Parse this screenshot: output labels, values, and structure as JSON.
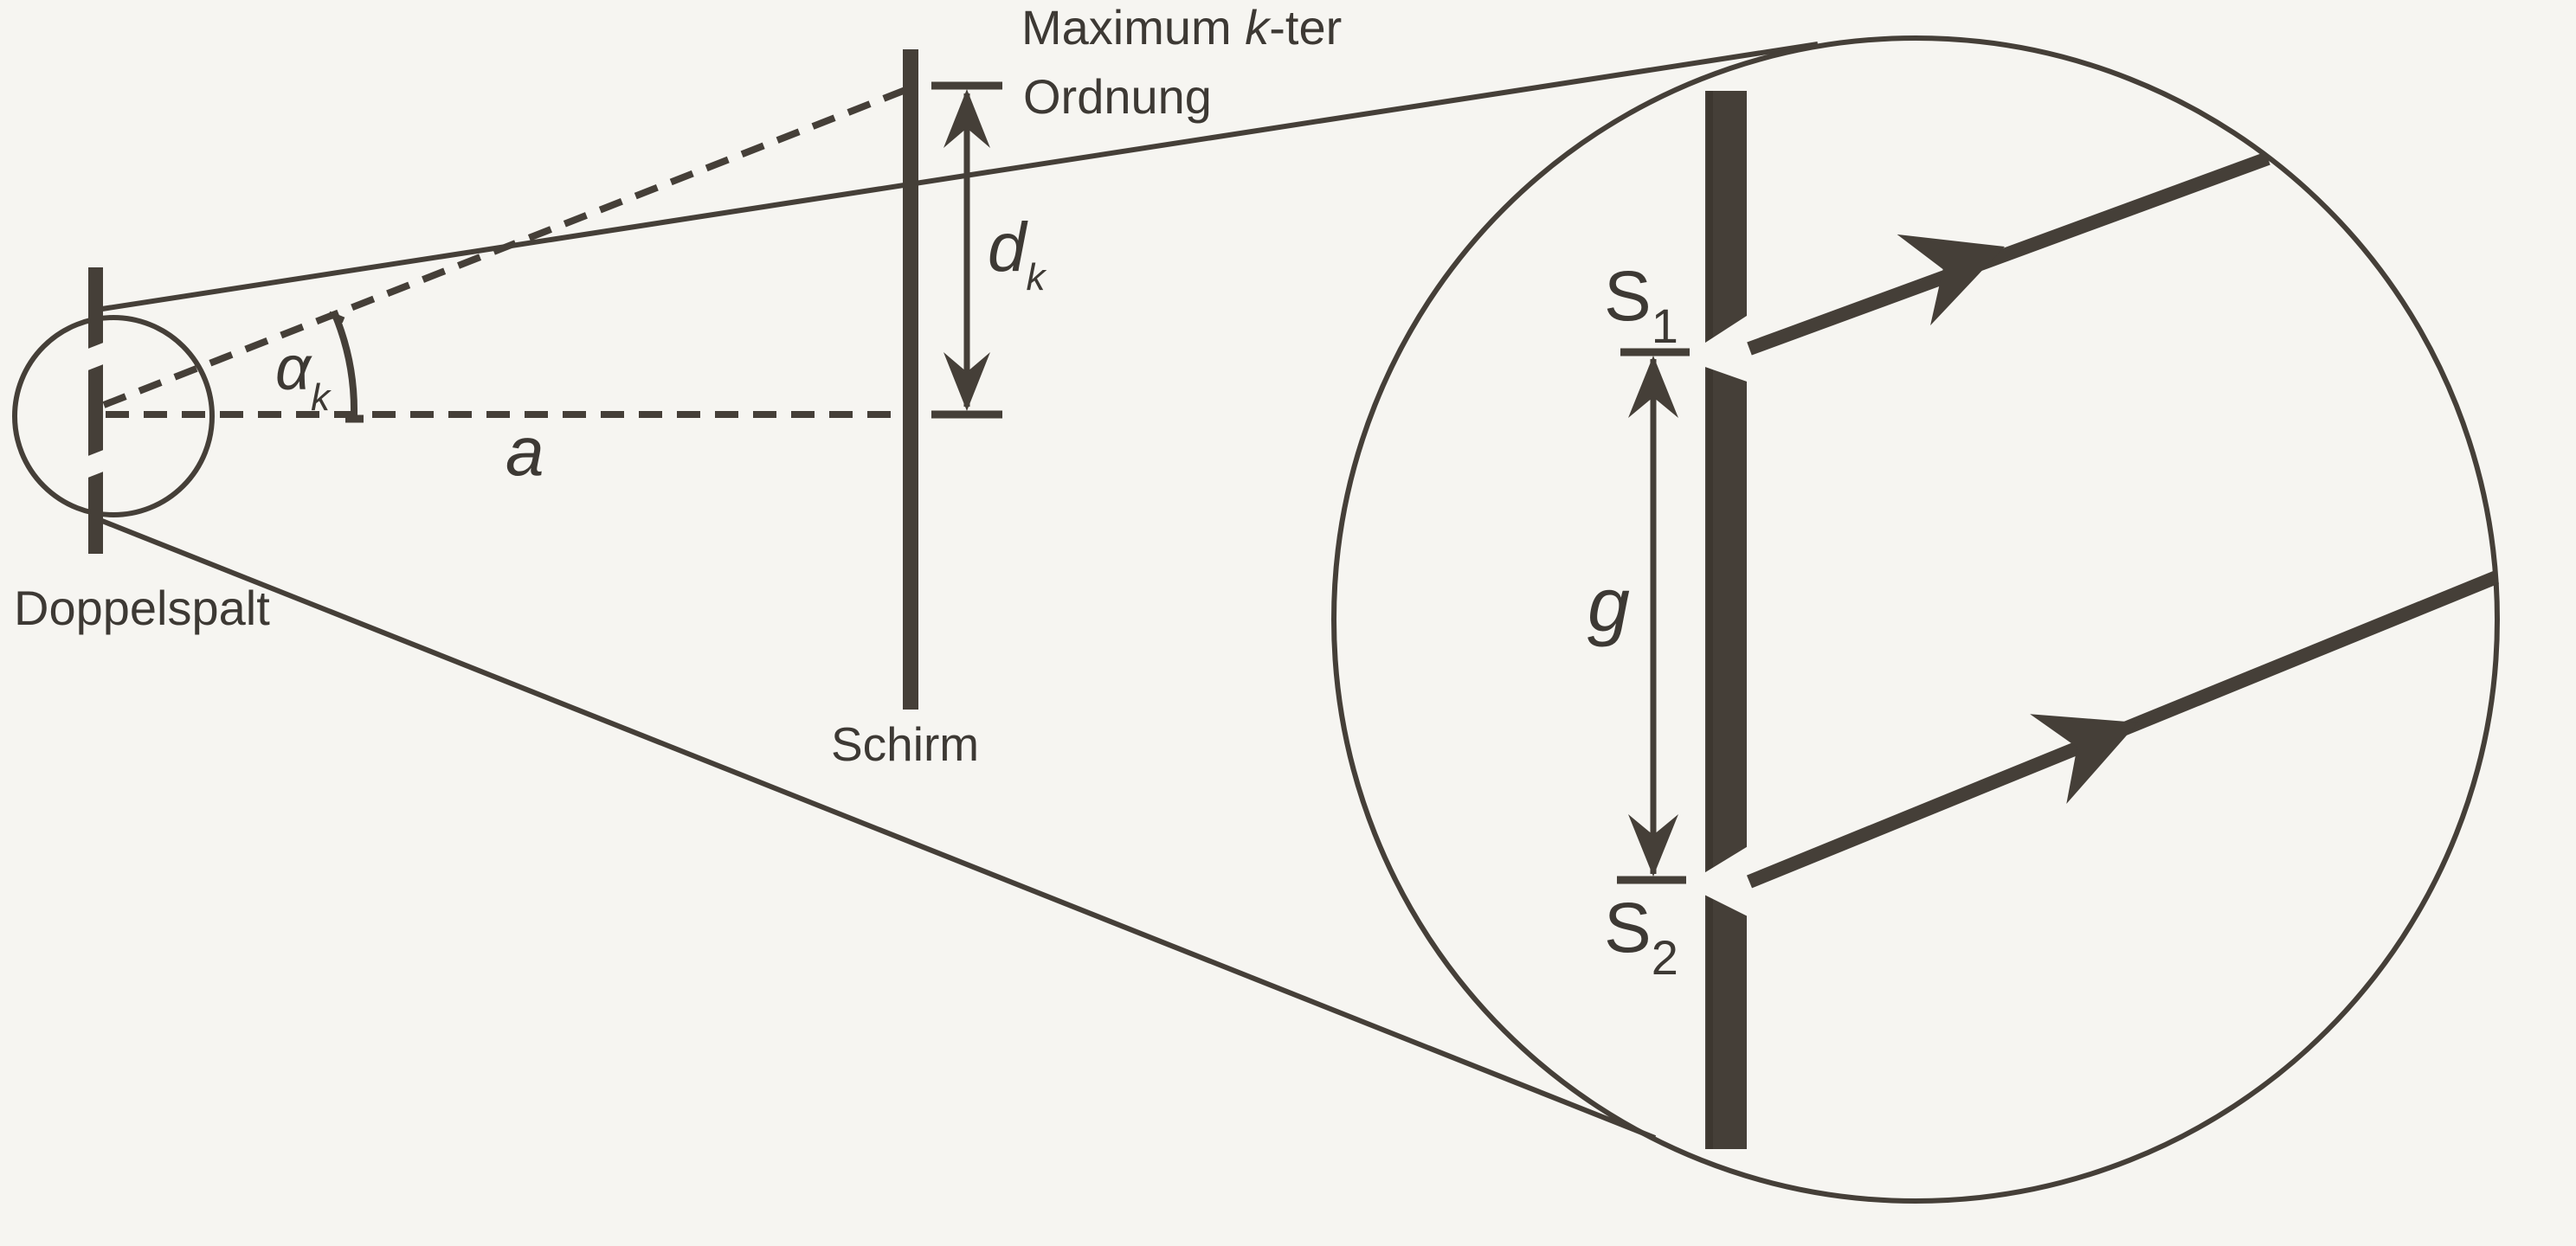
{
  "figure": {
    "labels": {
      "maximum_prefix": "Maximum ",
      "maximum_var": "k",
      "maximum_suffix": "-ter",
      "maximum_line2": "Ordnung",
      "distance_var": "d",
      "distance_sub": "k",
      "angle_var": "α",
      "angle_sub": "k",
      "axis_var": "a",
      "double_slit": "Doppelspalt",
      "screen": "Schirm",
      "slit_symbol_1": "S",
      "slit_sub_1": "1",
      "slit_symbol_2": "S",
      "slit_sub_2": "2",
      "gap_var": "g"
    },
    "colors": {
      "paper": "#f6f5f1",
      "ink": "#453f38",
      "text": "#3d3934"
    }
  }
}
